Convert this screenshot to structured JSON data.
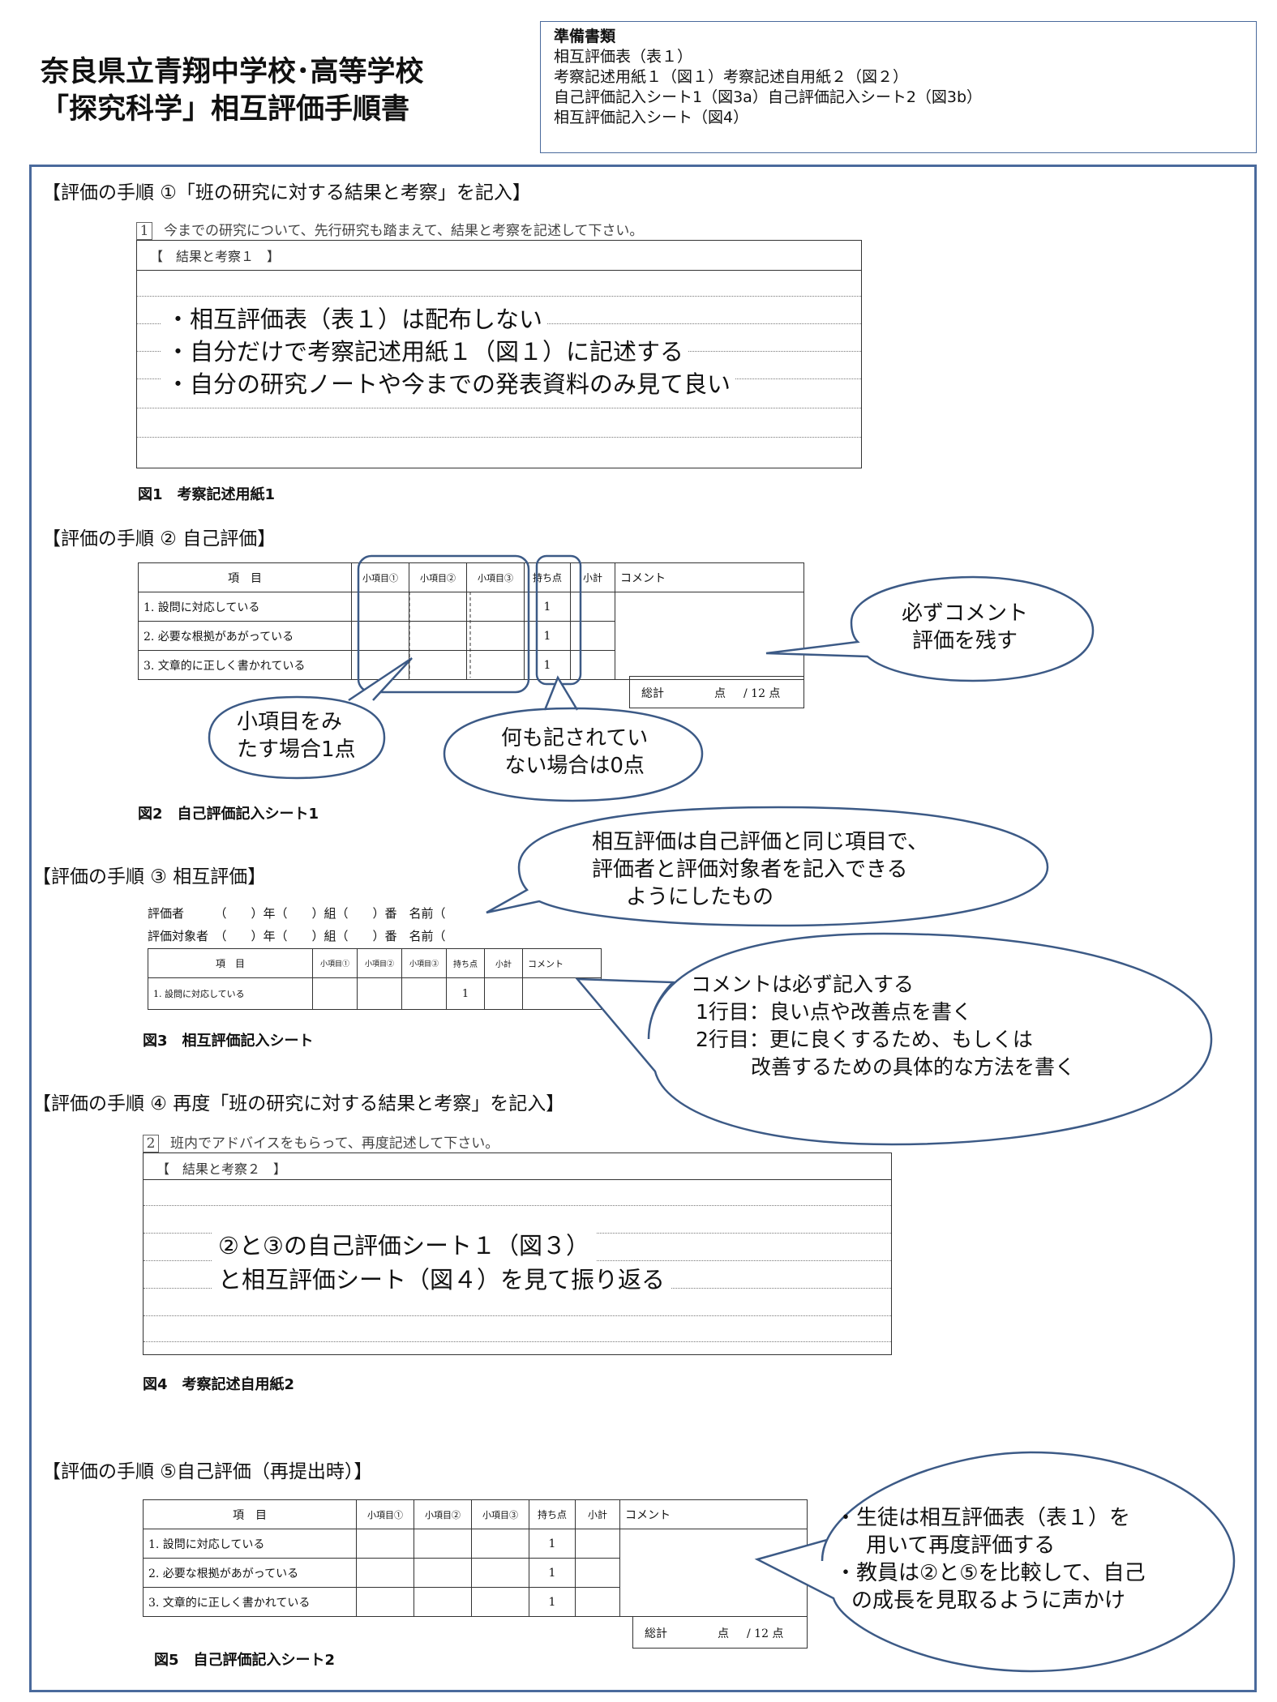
{
  "header": {
    "title_line1": "奈良県立青翔中学校･高等学校",
    "title_line2": "「探究科学」相互評価手順書",
    "prep": {
      "heading": "準備書類",
      "items": [
        "相互評価表（表１）",
        "考察記述用紙１（図１）考察記述自用紙２（図２）",
        "自己評価記入シート1（図3a）自己評価記入シート2（図3b）",
        "相互評価記入シート（図4）"
      ]
    }
  },
  "step1": {
    "heading": "【評価の手順 ①「班の研究に対する結果と考察」を記入】",
    "question_num": "1",
    "question": "今までの研究について、先行研究も踏まえて、結果と考察を記述して下さい。",
    "box_title": "【　結果と考察１　】",
    "notes": [
      "・相互評価表（表１）は配布しない",
      "・自分だけで考察記述用紙１（図１）に記述する",
      "・自分の研究ノートや今までの発表資料のみ見て良い"
    ],
    "caption": "図1　考察記述用紙1"
  },
  "step2": {
    "heading": "【評価の手順 ② 自己評価】",
    "table": {
      "headers": [
        "項　目",
        "小項目①",
        "小項目②",
        "小項目③",
        "持ち点",
        "小計",
        "コメント"
      ],
      "rows": [
        {
          "item": "1. 設問に対応している",
          "points": "1"
        },
        {
          "item": "2. 必要な根拠があがっている",
          "points": "1"
        },
        {
          "item": "3. 文章的に正しく書かれている",
          "points": "1"
        }
      ],
      "total_label": "総計",
      "total_unit": "点",
      "total_max": "/ 12 点"
    },
    "bubble_comment": [
      "必ずコメント",
      "評価を残す"
    ],
    "bubble_subitem": [
      "小項目をみ",
      "たす場合1点"
    ],
    "bubble_blank": [
      "何も記されてい",
      "ない場合は0点"
    ],
    "caption": "図2　自己評価記入シート1"
  },
  "step3": {
    "heading": "【評価の手順 ③ 相互評価】",
    "bubble_top": [
      "相互評価は自己評価と同じ項目で、",
      "評価者と評価対象者を記入できる",
      "ようにしたもの"
    ],
    "evaluator": "評価者　　　（　　）年（　　）組（　　）番　名前（",
    "target": "評価対象者　（　　）年（　　）組（　　）番　名前（",
    "table": {
      "headers": [
        "項　目",
        "小項目①",
        "小項目②",
        "小項目③",
        "持ち点",
        "小計",
        "コメント"
      ],
      "row": {
        "item": "1. 設問に対応している",
        "points": "1"
      }
    },
    "bubble_right": [
      "コメントは必ず記入する",
      "1行目：良い点や改善点を書く",
      "2行目：更に良くするため、もしくは",
      "改善するための具体的な方法を書く"
    ],
    "caption": "図3　相互評価記入シート"
  },
  "step4": {
    "heading": "【評価の手順 ④ 再度「班の研究に対する結果と考察」を記入】",
    "question_num": "2",
    "question": "班内でアドバイスをもらって、再度記述して下さい。",
    "box_title": "【　結果と考察２　】",
    "notes": [
      "②と③の自己評価シート１（図３）",
      "と相互評価シート（図４）を見て振り返る"
    ],
    "caption": "図4　考察記述自用紙2"
  },
  "step5": {
    "heading": "【評価の手順 ⑤自己評価（再提出時）】",
    "table": {
      "headers": [
        "項　目",
        "小項目①",
        "小項目②",
        "小項目③",
        "持ち点",
        "小計",
        "コメント"
      ],
      "rows": [
        {
          "item": "1. 設問に対応している",
          "points": "1"
        },
        {
          "item": "2. 必要な根拠があがっている",
          "points": "1"
        },
        {
          "item": "3. 文章的に正しく書かれている",
          "points": "1"
        }
      ],
      "total_label": "総計",
      "total_unit": "点",
      "total_max": "/ 12 点"
    },
    "bubble": [
      "・生徒は相互評価表（表１）を",
      "用いて再度評価する",
      "・教員は②と⑤を比較して、自己",
      "の成長を見取るように声かけ"
    ],
    "caption": "図5　自己評価記入シート2"
  }
}
